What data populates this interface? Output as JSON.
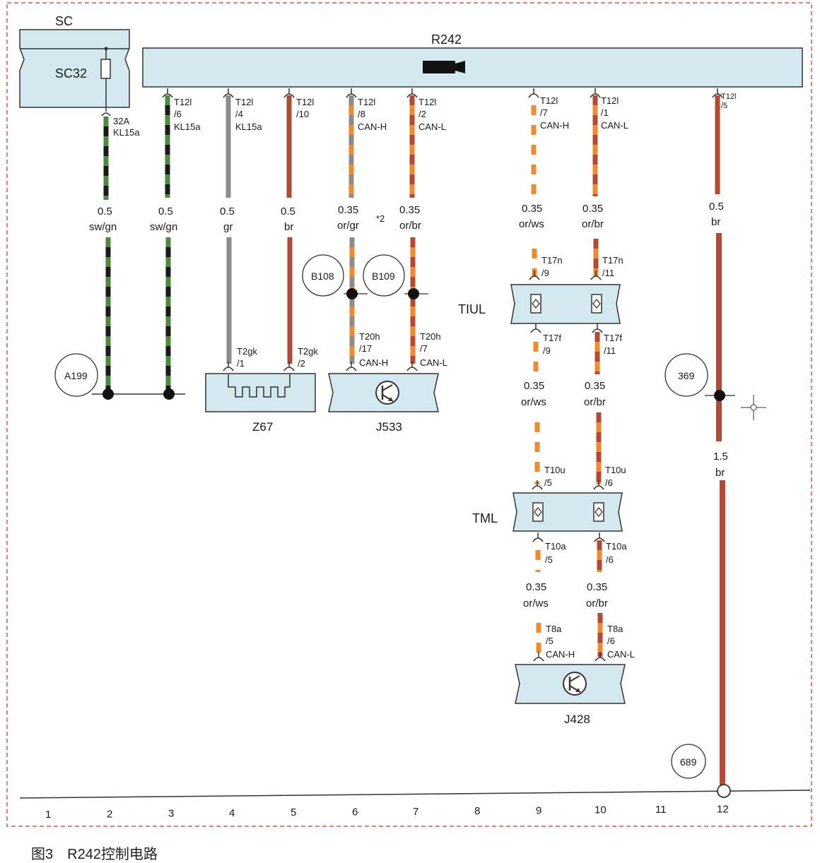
{
  "caption": "图3　R242控制电路",
  "fuse_box": {
    "name": "SC",
    "fuse": "SC32",
    "terminal": "32A",
    "terminal_label": "KL15a"
  },
  "control_unit": {
    "name": "R242"
  },
  "wires": [
    {
      "pin": "T12l",
      "pin_no": "/6",
      "signal": "KL15a",
      "size": "0.5",
      "color": "sw/gn"
    },
    {
      "pin": "T12l",
      "pin_no": "/4",
      "signal": "KL15a",
      "size": "0.5",
      "color": "gr"
    },
    {
      "pin": "T12l",
      "pin_no": "/10",
      "signal": "",
      "size": "0.5",
      "color": "br"
    },
    {
      "pin": "T12l",
      "pin_no": "/8",
      "signal": "CAN-H",
      "size": "0.35",
      "color": "or/gr"
    },
    {
      "pin": "T12l",
      "pin_no": "/2",
      "signal": "CAN-L",
      "size": "0.35",
      "color": "or/br"
    },
    {
      "pin": "T12l",
      "pin_no": "/7",
      "signal": "CAN-H",
      "size": "0.35",
      "color": "or/ws"
    },
    {
      "pin": "T12l",
      "pin_no": "/1",
      "signal": "CAN-L",
      "size": "0.35",
      "color": "or/br"
    },
    {
      "pin": "T12l",
      "pin_no": "/5",
      "signal": "",
      "size": "0.5",
      "color": "br"
    }
  ],
  "fuse_wire": {
    "size": "0.5",
    "color": "sw/gn"
  },
  "footnote": "*2",
  "splices": {
    "b108": "B108",
    "b109": "B109",
    "a199": "A199",
    "s369": "369",
    "s689": "689"
  },
  "z67": {
    "name": "Z67",
    "pin": "T2gk",
    "pin1": "/1",
    "pin2": "/2"
  },
  "j533": {
    "name": "J533",
    "pin": "T20h",
    "pin_h": "/17",
    "pin_l": "/7",
    "sig_h": "CAN-H",
    "sig_l": "CAN-L"
  },
  "tiul": {
    "name": "TIUL",
    "top_pin": "T17n",
    "top_a": "/9",
    "top_b": "/11",
    "bot_pin": "T17f",
    "bot_a": "/9",
    "bot_b": "/11"
  },
  "mid_wires": [
    {
      "size": "0.35",
      "color": "or/ws"
    },
    {
      "size": "0.35",
      "color": "or/br"
    }
  ],
  "tml": {
    "name": "TML",
    "top_pin": "T10u",
    "top_a": "/5",
    "top_b": "/6",
    "bot_pin": "T10a",
    "bot_a": "/5",
    "bot_b": "/6"
  },
  "low_wires": [
    {
      "size": "0.35",
      "color": "or/ws"
    },
    {
      "size": "0.35",
      "color": "or/br"
    }
  ],
  "j428": {
    "name": "J428",
    "pin": "T8a",
    "pin_h": "/5",
    "pin_l": "/6",
    "sig_h": "CAN-H",
    "sig_l": "CAN-L"
  },
  "ground_wire": {
    "size": "1.5",
    "color": "br"
  },
  "columns": [
    "1",
    "2",
    "3",
    "4",
    "5",
    "6",
    "7",
    "8",
    "9",
    "10",
    "11",
    "12"
  ],
  "colors": {
    "box_fill": "#d3e9ef",
    "black": "#1a1a1a",
    "green": "#4e8a3c",
    "gray": "#8c8c8c",
    "brown": "#b24a34",
    "orange": "#f08a2c",
    "white": "#ffffff",
    "border_red": "#e05050"
  }
}
